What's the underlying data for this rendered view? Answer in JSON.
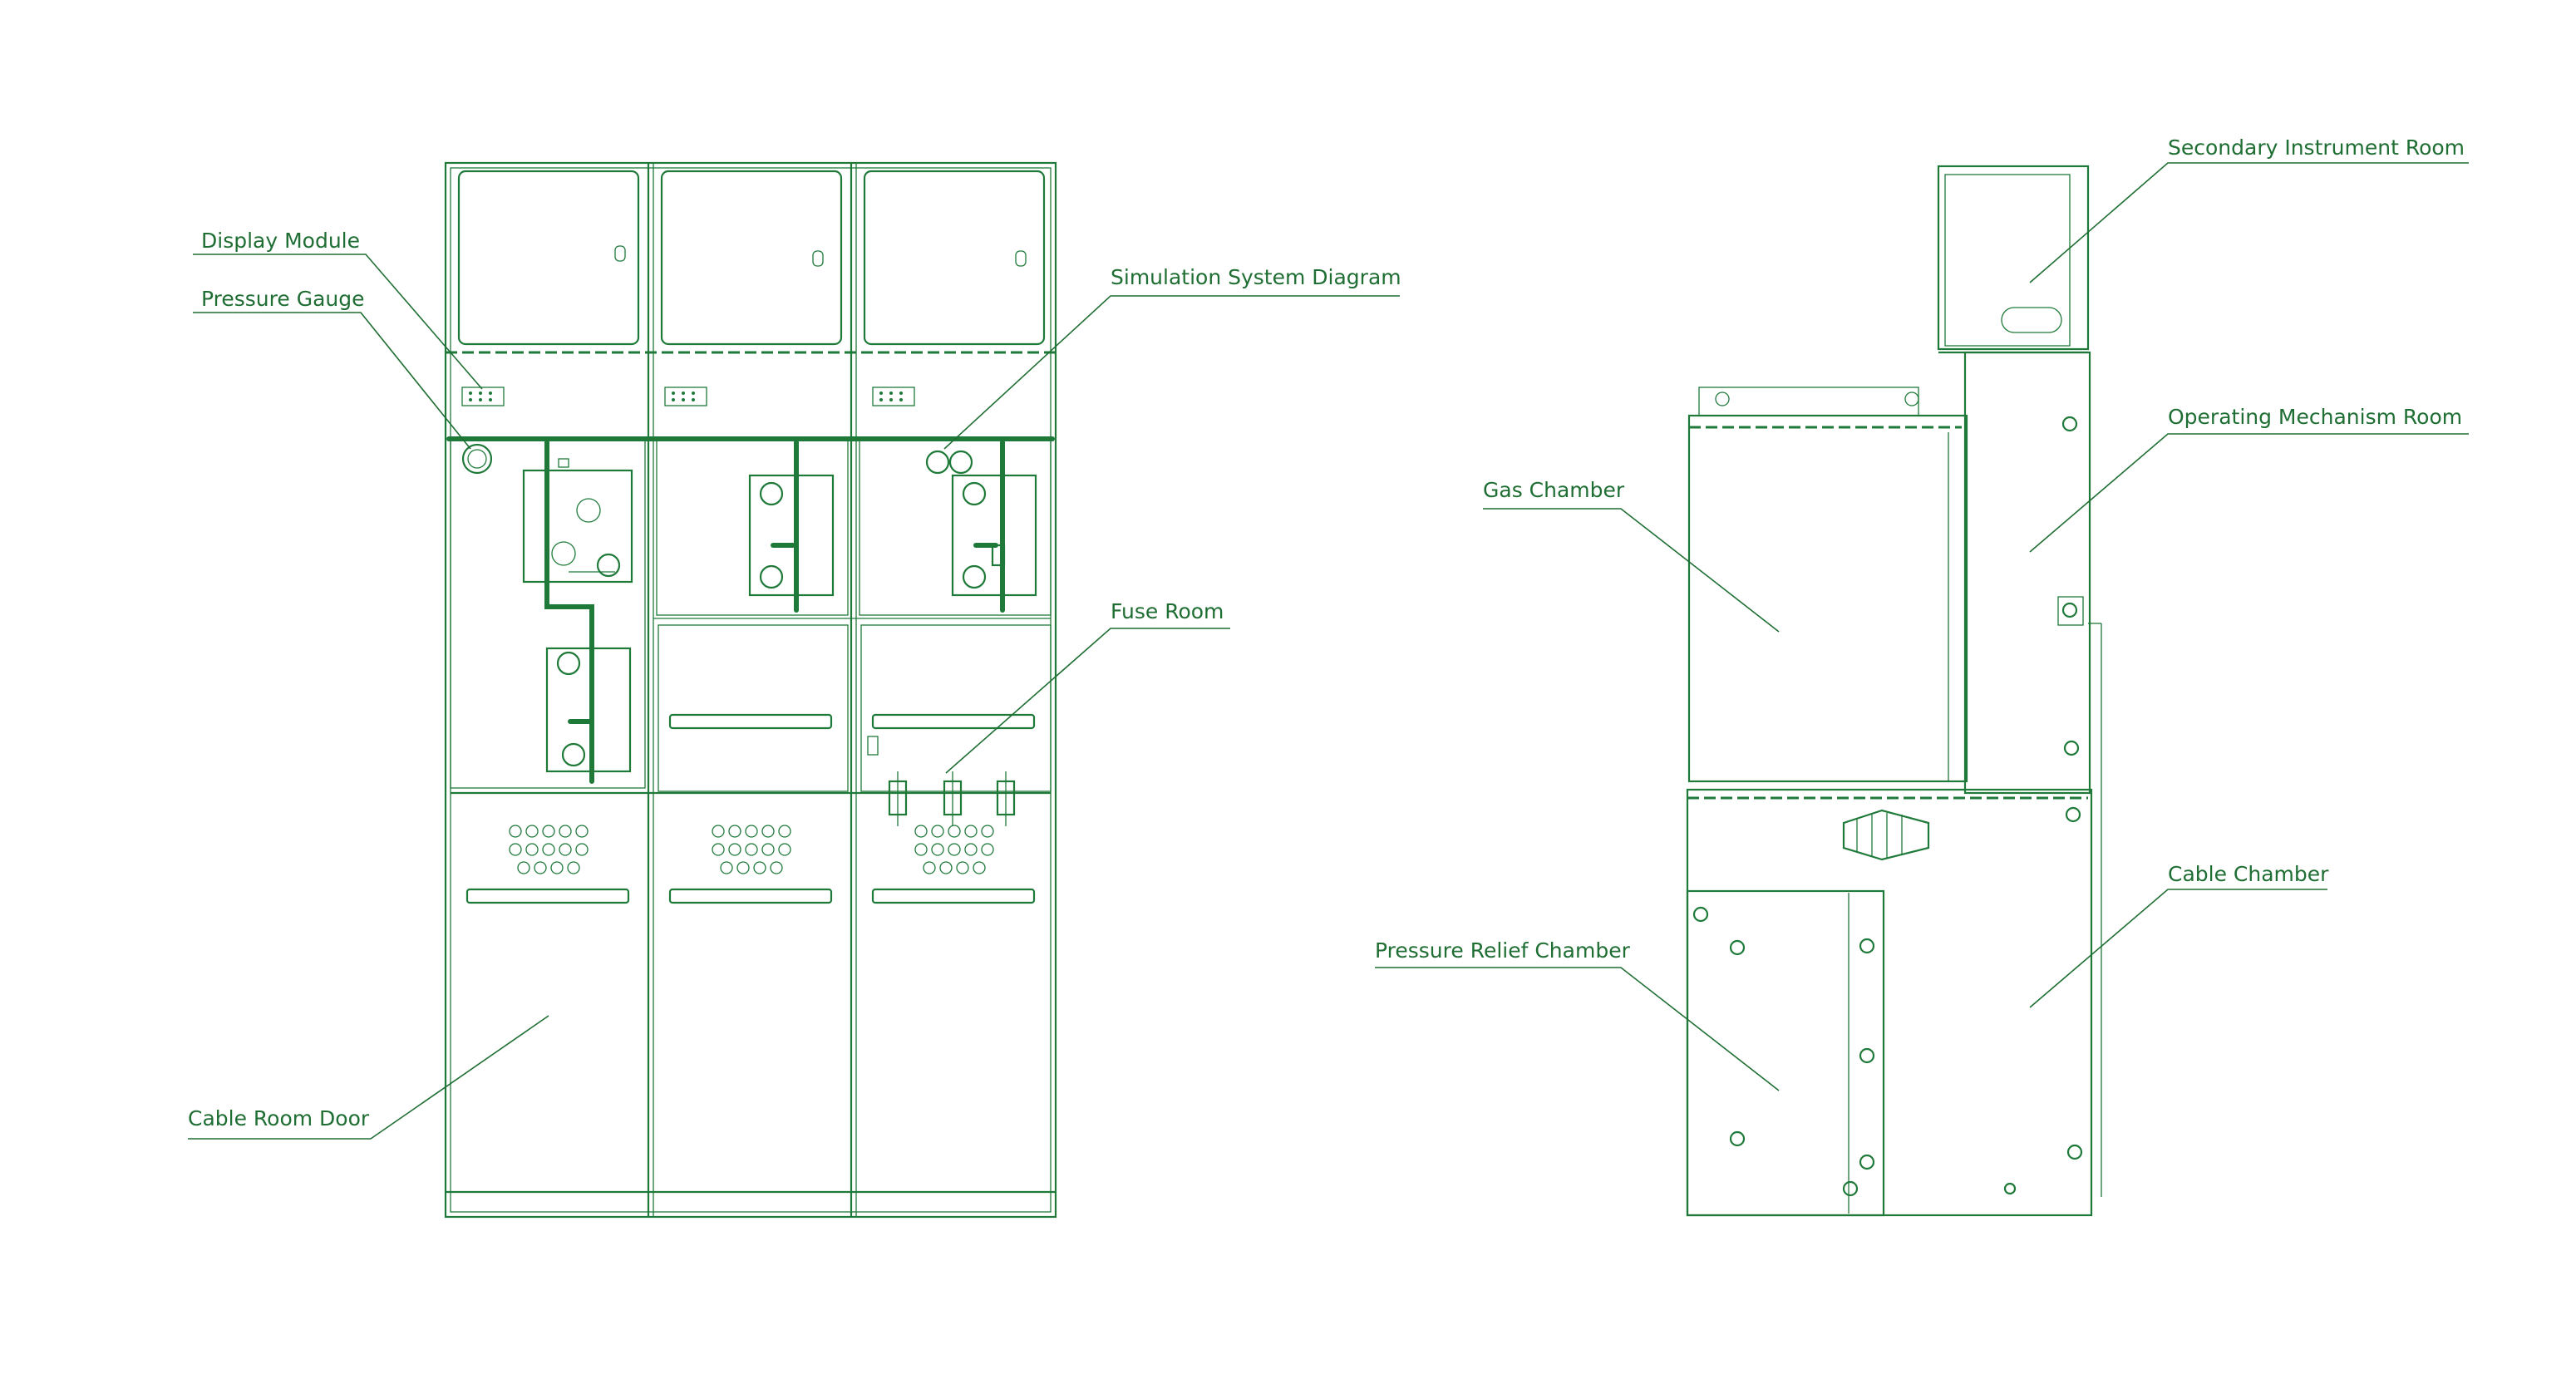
{
  "colors": {
    "line": "#1f7a3a",
    "label": "#1f6e33",
    "background": "#ffffff"
  },
  "front_view": {
    "labels": {
      "display_module": "Display Module",
      "pressure_gauge": "Pressure Gauge",
      "simulation_system_diagram": "Simulation System Diagram",
      "fuse_room": "Fuse Room",
      "cable_room_door": "Cable Room Door"
    }
  },
  "side_view": {
    "labels": {
      "secondary_instrument_room": "Secondary Instrument Room",
      "operating_mechanism_room": "Operating Mechanism Room",
      "gas_chamber": "Gas Chamber",
      "cable_chamber": "Cable Chamber",
      "pressure_relief_chamber": "Pressure Relief Chamber"
    }
  }
}
